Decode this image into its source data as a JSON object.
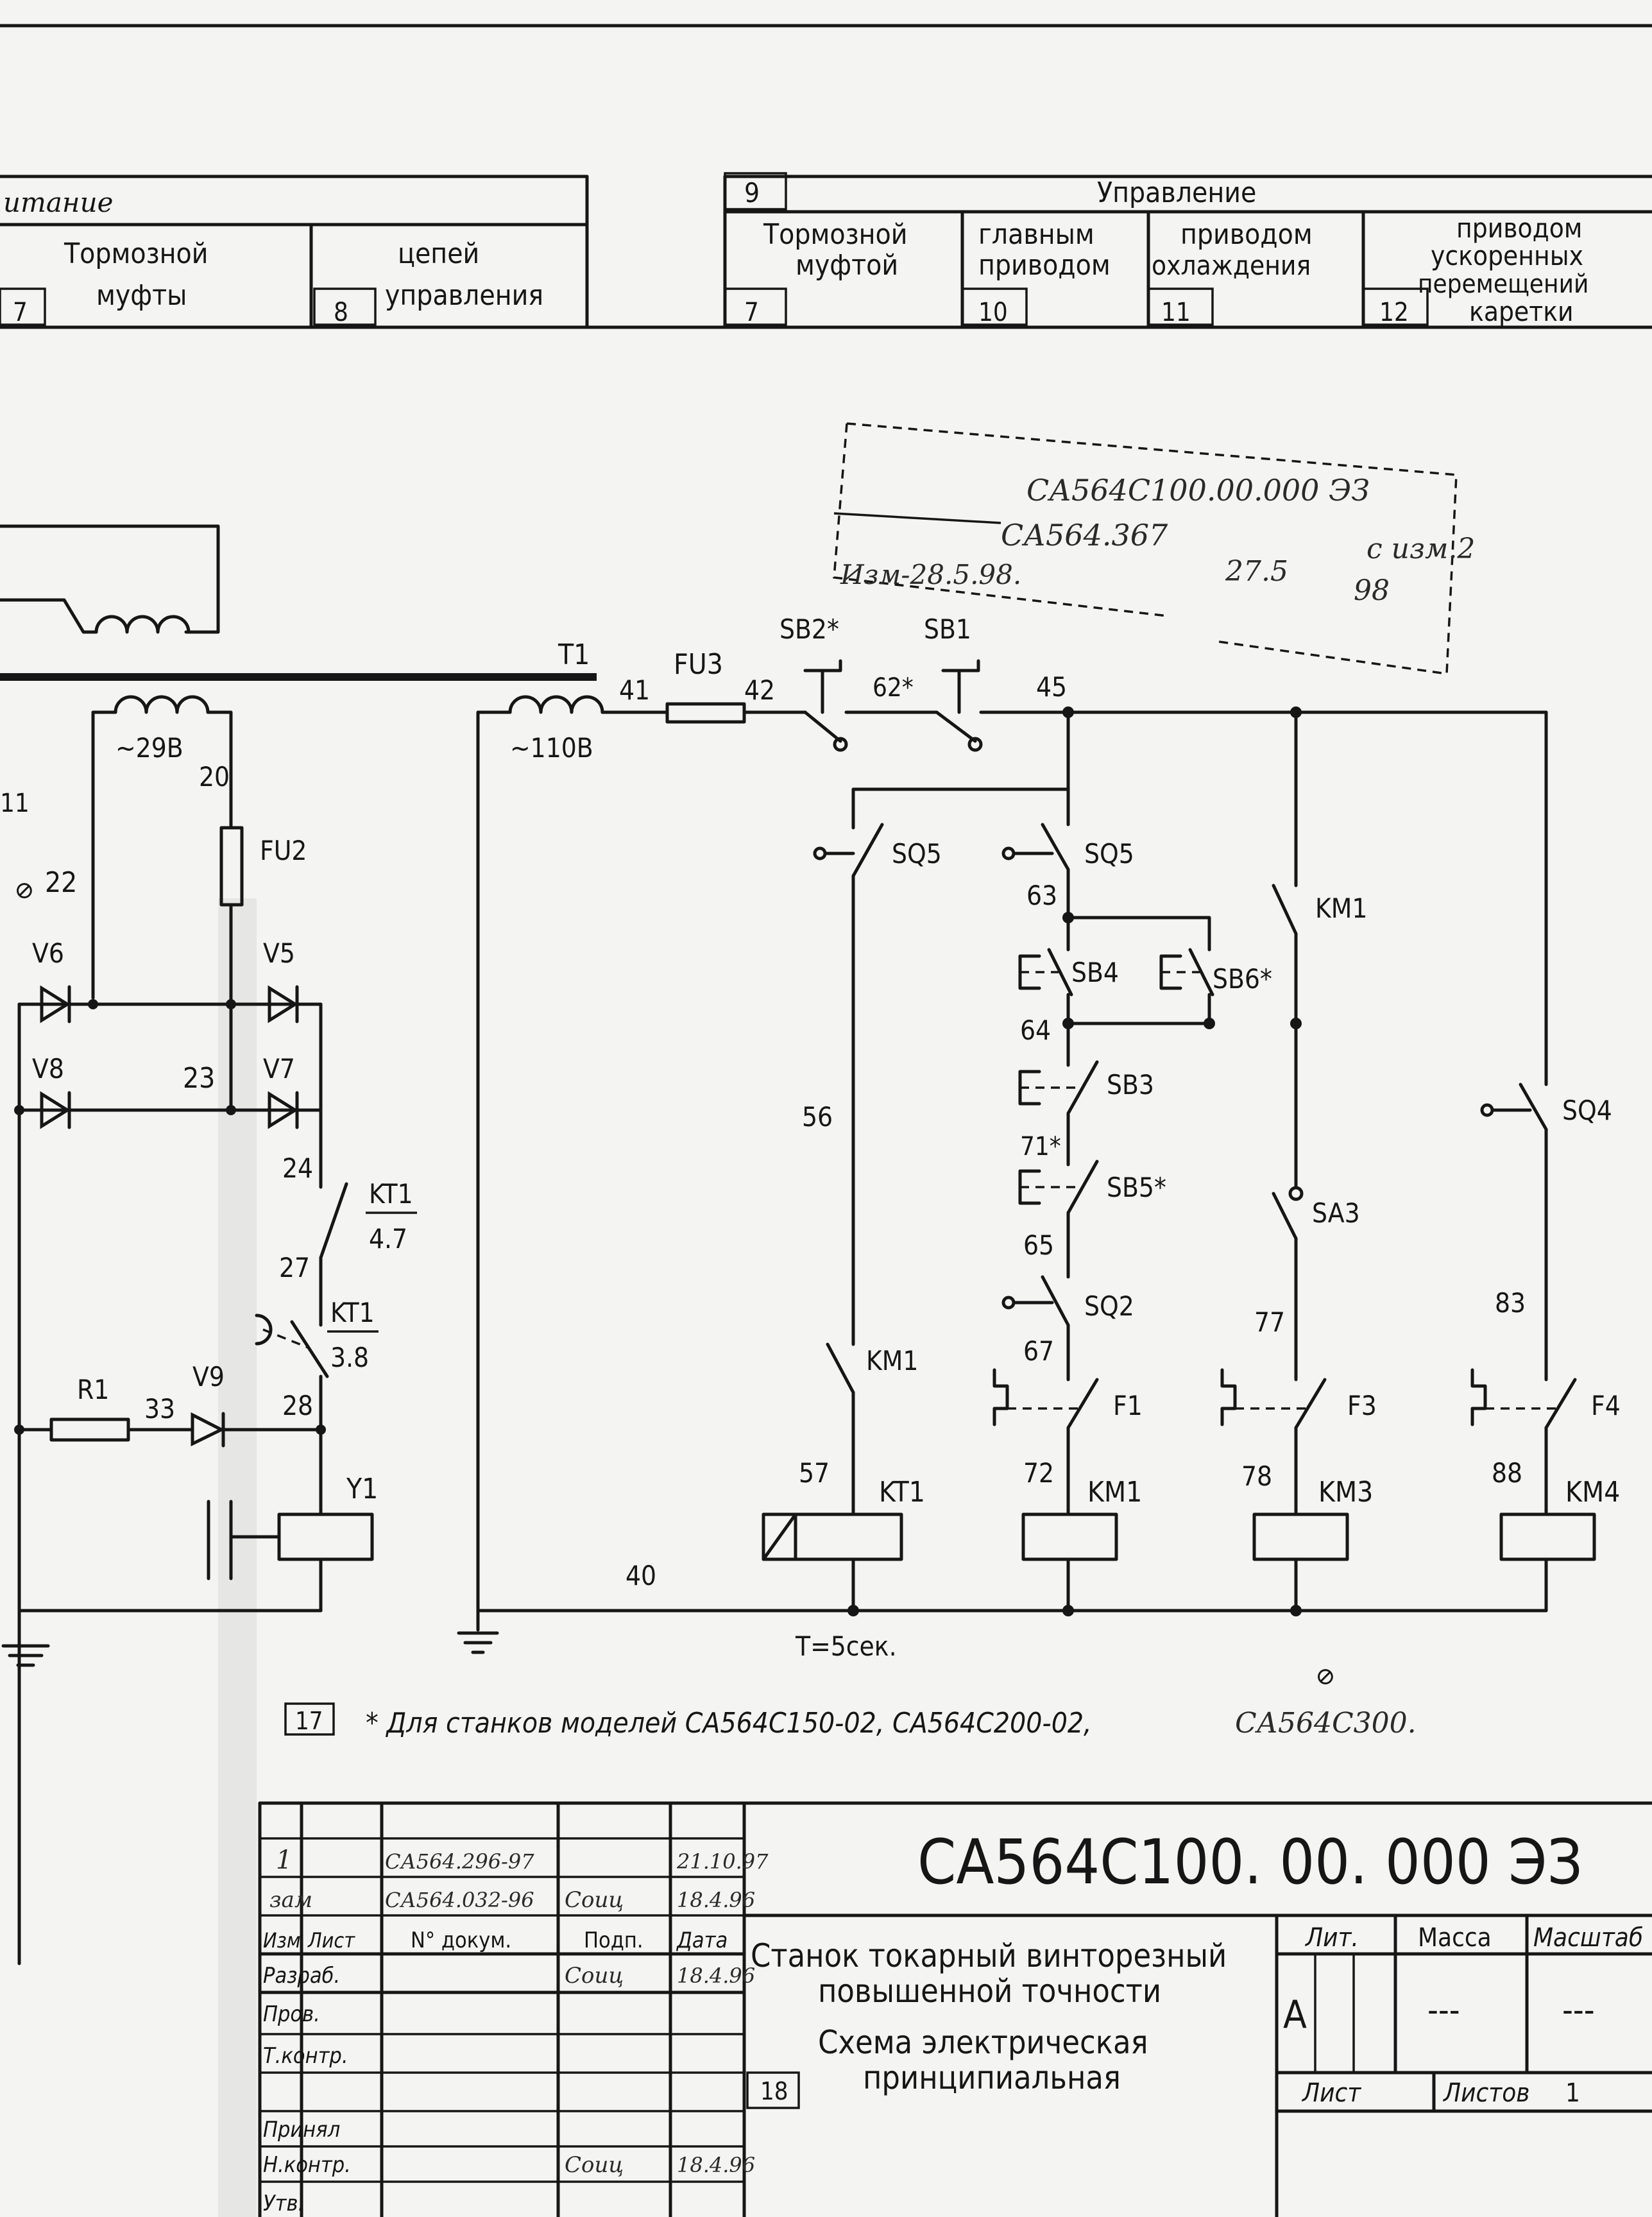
{
  "header": {
    "left_group": "итание",
    "cells": [
      {
        "num": "7",
        "label1": "Тормозной",
        "label2": "муфты"
      },
      {
        "num": "8",
        "label1": "цепей",
        "label2": "управления"
      }
    ],
    "right_group_num": "9",
    "right_group": "Управление",
    "right_cells": [
      {
        "num": "7",
        "label1": "Тормозной",
        "label2": "муфтой"
      },
      {
        "num": "10",
        "label1": "главным",
        "label2": "приводом"
      },
      {
        "num": "11",
        "label1": "приводом",
        "label2": "охлаждения"
      },
      {
        "num": "12",
        "label1": "приводом",
        "label2": "ускоренных",
        "label3": "перемещений",
        "label4": "каретки"
      }
    ]
  },
  "stamp": {
    "line1": "СА564С100.00.000 ЭЗ",
    "line1_suffix": "с изм.2",
    "line2": "СА564.367",
    "line2_right": "27.5",
    "line3": "Изм-28.5.98.",
    "line3_right": "98"
  },
  "labels": {
    "T1": "T1",
    "v110": "~110В",
    "v29": "~29В",
    "FU3": "FU3",
    "FU2": "FU2",
    "SB2": "SB2*",
    "SB1": "SB1",
    "SQ5a": "SQ5",
    "SQ5b": "SQ5",
    "KM1c": "KM1",
    "SB4": "SB4",
    "SB6": "SB6*",
    "SB3": "SB3",
    "SB5": "SB5*",
    "SQ4": "SQ4",
    "SA3": "SA3",
    "SQ2": "SQ2",
    "KM1a": "KM1",
    "F1": "F1",
    "F3": "F3",
    "F4": "F4",
    "KT1": "KT1",
    "KM1": "KM1",
    "KM3": "KM3",
    "KM4": "KM4",
    "V6": "V6",
    "V5": "V5",
    "V8": "V8",
    "V7": "V7",
    "V9": "V9",
    "R1": "R1",
    "Y1": "Y1",
    "KT1a": "KT1",
    "KT1a_v": "4.7",
    "KT1b": "KT1",
    "KT1b_v": "3.8",
    "timer": "T=5сек.",
    "n11": "11",
    "n20": "20",
    "n22": "22",
    "n23": "23",
    "n24": "24",
    "n27": "27",
    "n28": "28",
    "n33": "33",
    "n40": "40",
    "n41": "41",
    "n42": "42",
    "n45": "45",
    "n56": "56",
    "n57": "57",
    "n62": "62*",
    "n63": "63",
    "n64": "64",
    "n65": "65",
    "n67": "67",
    "n71": "71*",
    "n72": "72",
    "n77": "77",
    "n78": "78",
    "n83": "83",
    "n88": "88"
  },
  "note": {
    "num": "17",
    "text": "* Для станков моделей СА564С150-02, СА564С200-02,",
    "hand": "СА564С300."
  },
  "title_block": {
    "code": "СА564С100. 00. 000 ЭЗ",
    "name1": "Станок токарный винторезный",
    "name2": "повышенной точности",
    "name3": "Схема электрическая",
    "name4": "принципиальная",
    "sheet_num": "18",
    "col_izm": "Изм",
    "col_list": "Лист",
    "col_doc": "N° докум.",
    "col_sign": "Подп.",
    "col_date": "Дата",
    "rev1_num": "1",
    "rev1_doc": "СА564.296-97",
    "rev1_date": "21.10.97",
    "rev0_word": "зам",
    "rev0_doc": "СА564.032-96",
    "rev0_sign": "Соиц",
    "rev0_date": "18.4.96",
    "r_razrab": "Разраб.",
    "r_razrab_sign": "Соиц",
    "r_razrab_date": "18.4.96",
    "r_prov": "Пров.",
    "r_tkontr": "Т.контр.",
    "r_prinyal": "Принял",
    "r_nkontr": "Н.контр.",
    "r_nkontr_sign": "Соиц",
    "r_nkontr_date": "18.4.96",
    "r_utv": "Утв.",
    "lit": "Лит.",
    "mass": "Масса",
    "scale": "Масштаб",
    "lit_val": "А",
    "mass_val": "---",
    "scale_val": "---",
    "sheet": "Лист",
    "sheets": "Листов",
    "sheets_val": "1"
  }
}
